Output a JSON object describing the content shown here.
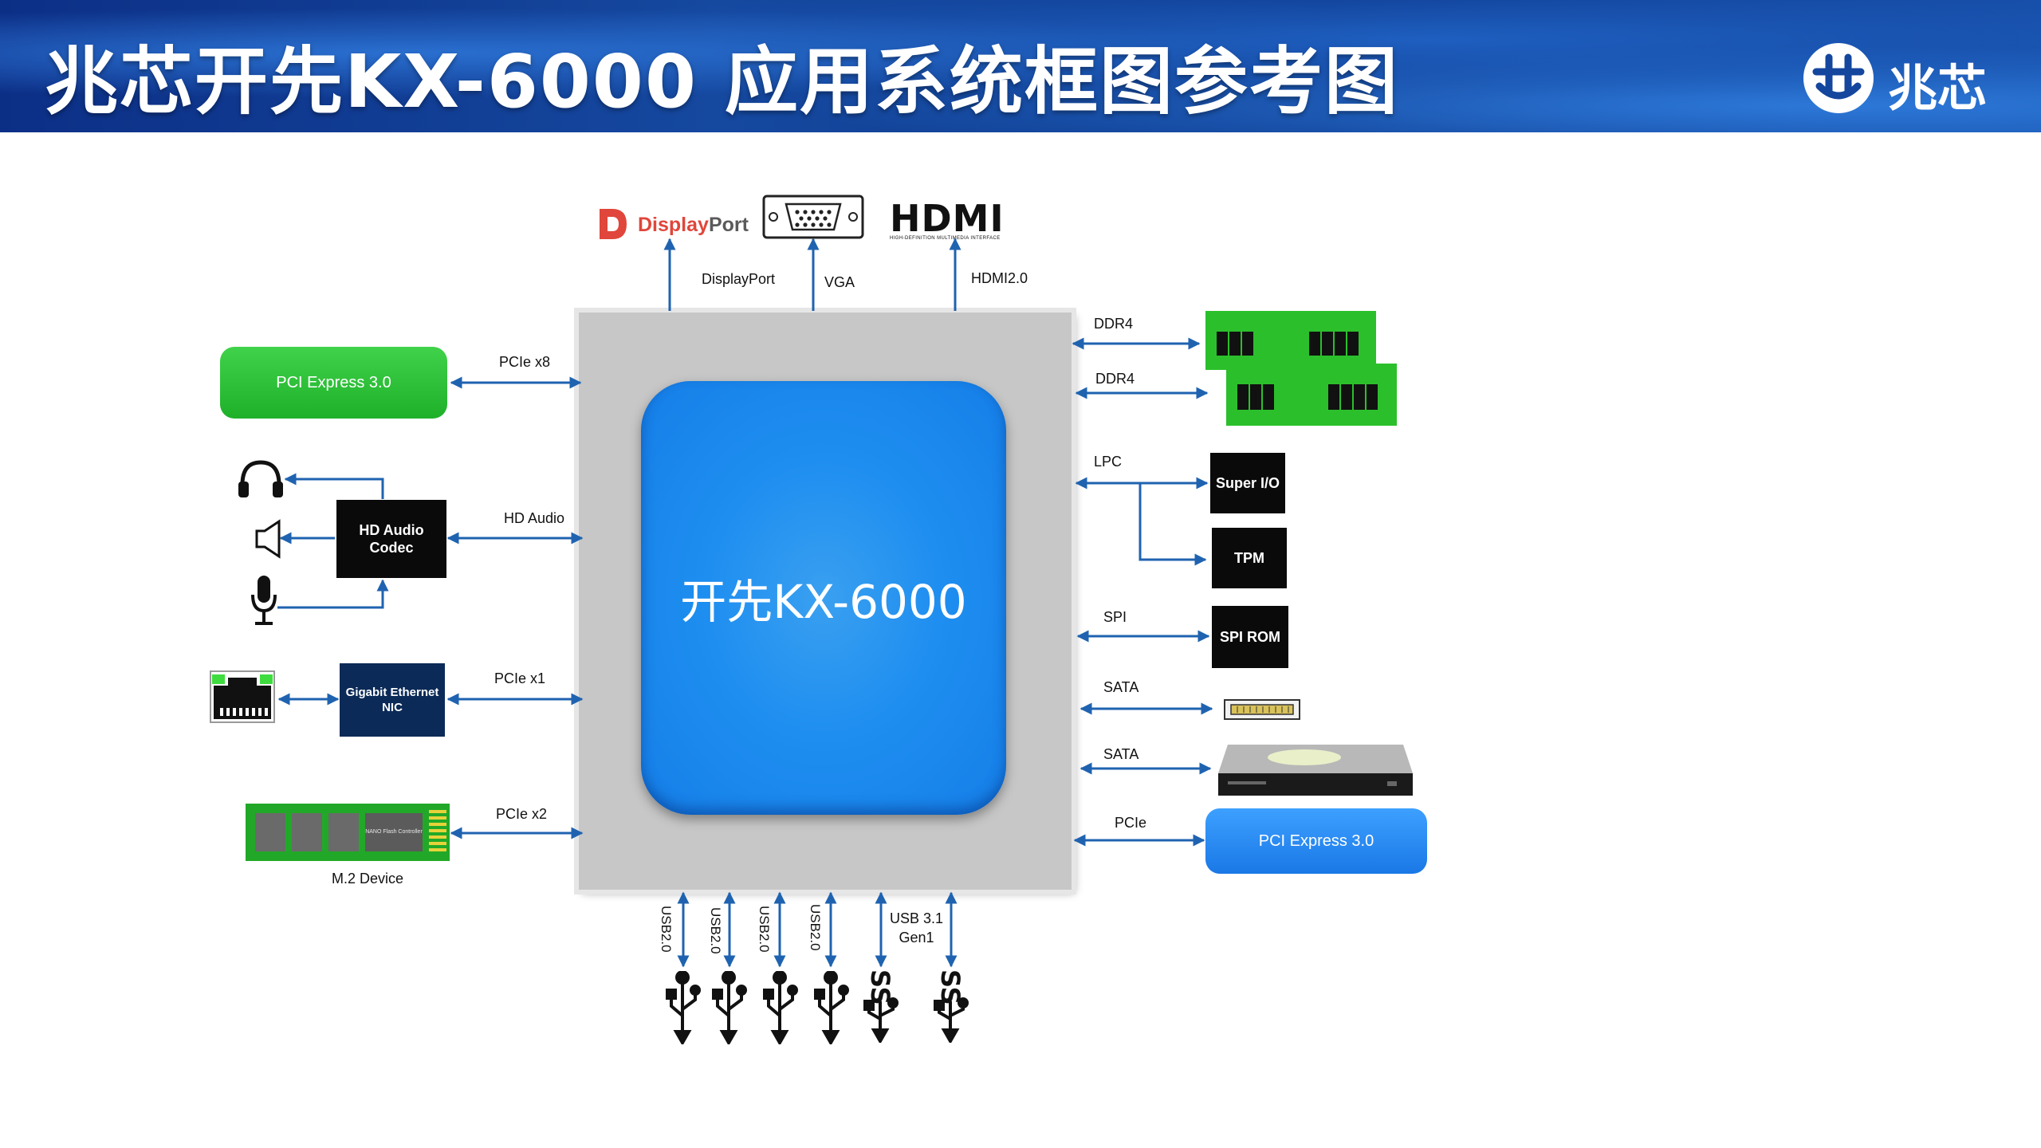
{
  "header": {
    "title": "兆芯开先KX-6000 应用系统框图参考图",
    "brand_text": "兆芯"
  },
  "chip": {
    "name": "开先KX-6000"
  },
  "top_logos": {
    "displayport_display": "DisplayPort",
    "displayport_prefix": "Display",
    "displayport_suffix": "Port",
    "hdmi_text": "HDMI",
    "hdmi_tagline": "HIGH-DEFINITION MULTIMEDIA INTERFACE"
  },
  "top_links": {
    "displayport": "DisplayPort",
    "vga": "VGA",
    "hdmi": "HDMI2.0"
  },
  "left": {
    "pcie_card_label": "PCI Express 3.0",
    "pcie_x8": "PCIe x8",
    "hd_audio_codec": "HD Audio Codec",
    "hd_audio": "HD Audio",
    "nic": "Gigabit Ethernet NIC",
    "pcie_x1": "PCIe x1",
    "pcie_x2": "PCIe x2",
    "m2_device": "M.2 Device",
    "m2_chip_text": "NANO Flash Controller"
  },
  "right": {
    "ddr4_1": "DDR4",
    "ddr4_2": "DDR4",
    "lpc": "LPC",
    "super_io": "Super I/O",
    "tpm": "TPM",
    "spi": "SPI",
    "spi_rom": "SPI ROM",
    "sata_1": "SATA",
    "sata_2": "SATA",
    "pcie": "PCIe",
    "pcie_card_label": "PCI Express 3.0"
  },
  "bottom": {
    "usb_labels": [
      "USB2.0",
      "USB2.0",
      "USB2.0",
      "USB2.0"
    ],
    "usb31_line1": "USB 3.1",
    "usb31_line2": "Gen1",
    "ss_text": "SS"
  }
}
